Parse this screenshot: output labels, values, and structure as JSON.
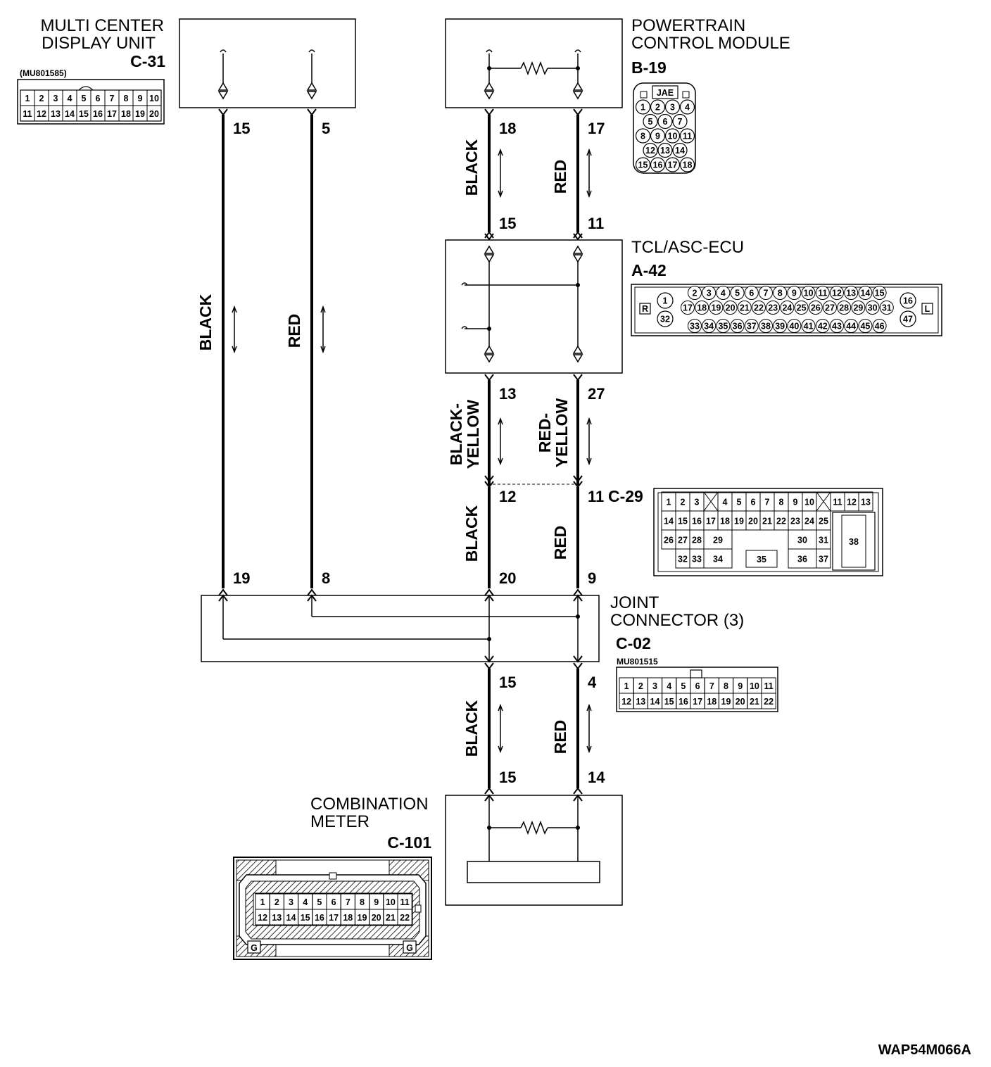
{
  "components": {
    "mcdu": {
      "name_line1": "MULTI CENTER",
      "name_line2": "DISPLAY UNIT",
      "connector": "C-31",
      "part_no": "(MU801585)"
    },
    "pcm": {
      "name_line1": "POWERTRAIN",
      "name_line2": "CONTROL MODULE",
      "connector": "B-19",
      "connector_label": "JAE"
    },
    "tcl": {
      "name": "TCL/ASC-ECU",
      "connector": "A-42",
      "side_r": "R",
      "side_l": "L"
    },
    "joint": {
      "name_line1": "JOINT",
      "name_line2": "CONNECTOR (3)",
      "connector": "C-02",
      "part_no": "MU801515"
    },
    "meter": {
      "name_line1": "COMBINATION",
      "name_line2": "METER",
      "connector": "C-101",
      "ground": "G"
    },
    "c29": {
      "connector": "C-29"
    }
  },
  "pins": {
    "mcdu_15": "15",
    "mcdu_5": "5",
    "pcm_18": "18",
    "pcm_17": "17",
    "tcl_15": "15",
    "tcl_11": "11",
    "tcl_13": "13",
    "tcl_27": "27",
    "c29_12": "12",
    "c29_11": "11",
    "jc_19": "19",
    "jc_8": "8",
    "jc_20": "20",
    "jc_9": "9",
    "jc_15": "15",
    "jc_4": "4",
    "meter_15": "15",
    "meter_14": "14"
  },
  "wires": {
    "black": "BLACK",
    "red": "RED",
    "black_yellow_1": "BLACK-",
    "black_yellow_2": "YELLOW",
    "red_yellow_1": "RED-",
    "red_yellow_2": "YELLOW"
  },
  "c31_face": {
    "row1": [
      "1",
      "2",
      "3",
      "4",
      "5",
      "6",
      "7",
      "8",
      "9",
      "10"
    ],
    "row2": [
      "11",
      "12",
      "13",
      "14",
      "15",
      "16",
      "17",
      "18",
      "19",
      "20"
    ]
  },
  "b19_face": {
    "rows": [
      [
        "1",
        "2",
        "3",
        "4"
      ],
      [
        "5",
        "6",
        "7"
      ],
      [
        "8",
        "9",
        "10",
        "11"
      ],
      [
        "12",
        "13",
        "14"
      ],
      [
        "15",
        "16",
        "17",
        "18"
      ]
    ]
  },
  "a42_face": {
    "row1": [
      "2",
      "3",
      "4",
      "5",
      "6",
      "7",
      "8",
      "9",
      "10",
      "11",
      "12",
      "13",
      "14",
      "15"
    ],
    "row2": [
      "17",
      "18",
      "19",
      "20",
      "21",
      "22",
      "23",
      "24",
      "25",
      "26",
      "27",
      "28",
      "29",
      "30",
      "31"
    ],
    "row3": [
      "33",
      "34",
      "35",
      "36",
      "37",
      "38",
      "39",
      "40",
      "41",
      "42",
      "43",
      "44",
      "45",
      "46"
    ],
    "left": [
      "1",
      "32"
    ],
    "right": [
      "16",
      "47"
    ]
  },
  "c29_face": {
    "row1a": [
      "1",
      "2",
      "3"
    ],
    "row1b": [
      "4",
      "5",
      "6",
      "7",
      "8",
      "9",
      "10"
    ],
    "row1c": [
      "11",
      "12",
      "13"
    ],
    "row2": [
      "14",
      "15",
      "16",
      "17",
      "18",
      "19",
      "20",
      "21",
      "22",
      "23",
      "24",
      "25"
    ],
    "row3a": [
      "26",
      "27",
      "28",
      "29"
    ],
    "row3b": [
      "30",
      "31"
    ],
    "big": "38",
    "row4a": [
      "32",
      "33",
      "34"
    ],
    "mid": "35",
    "row4b": [
      "36",
      "37"
    ]
  },
  "c02_face": {
    "row1": [
      "1",
      "2",
      "3",
      "4",
      "5",
      "6",
      "7",
      "8",
      "9",
      "10",
      "11"
    ],
    "row2": [
      "12",
      "13",
      "14",
      "15",
      "16",
      "17",
      "18",
      "19",
      "20",
      "21",
      "22"
    ]
  },
  "c101_face": {
    "row1": [
      "1",
      "2",
      "3",
      "4",
      "5",
      "6",
      "7",
      "8",
      "9",
      "10",
      "11"
    ],
    "row2": [
      "12",
      "13",
      "14",
      "15",
      "16",
      "17",
      "18",
      "19",
      "20",
      "21",
      "22"
    ]
  },
  "figure_code": "WAP54M066A"
}
